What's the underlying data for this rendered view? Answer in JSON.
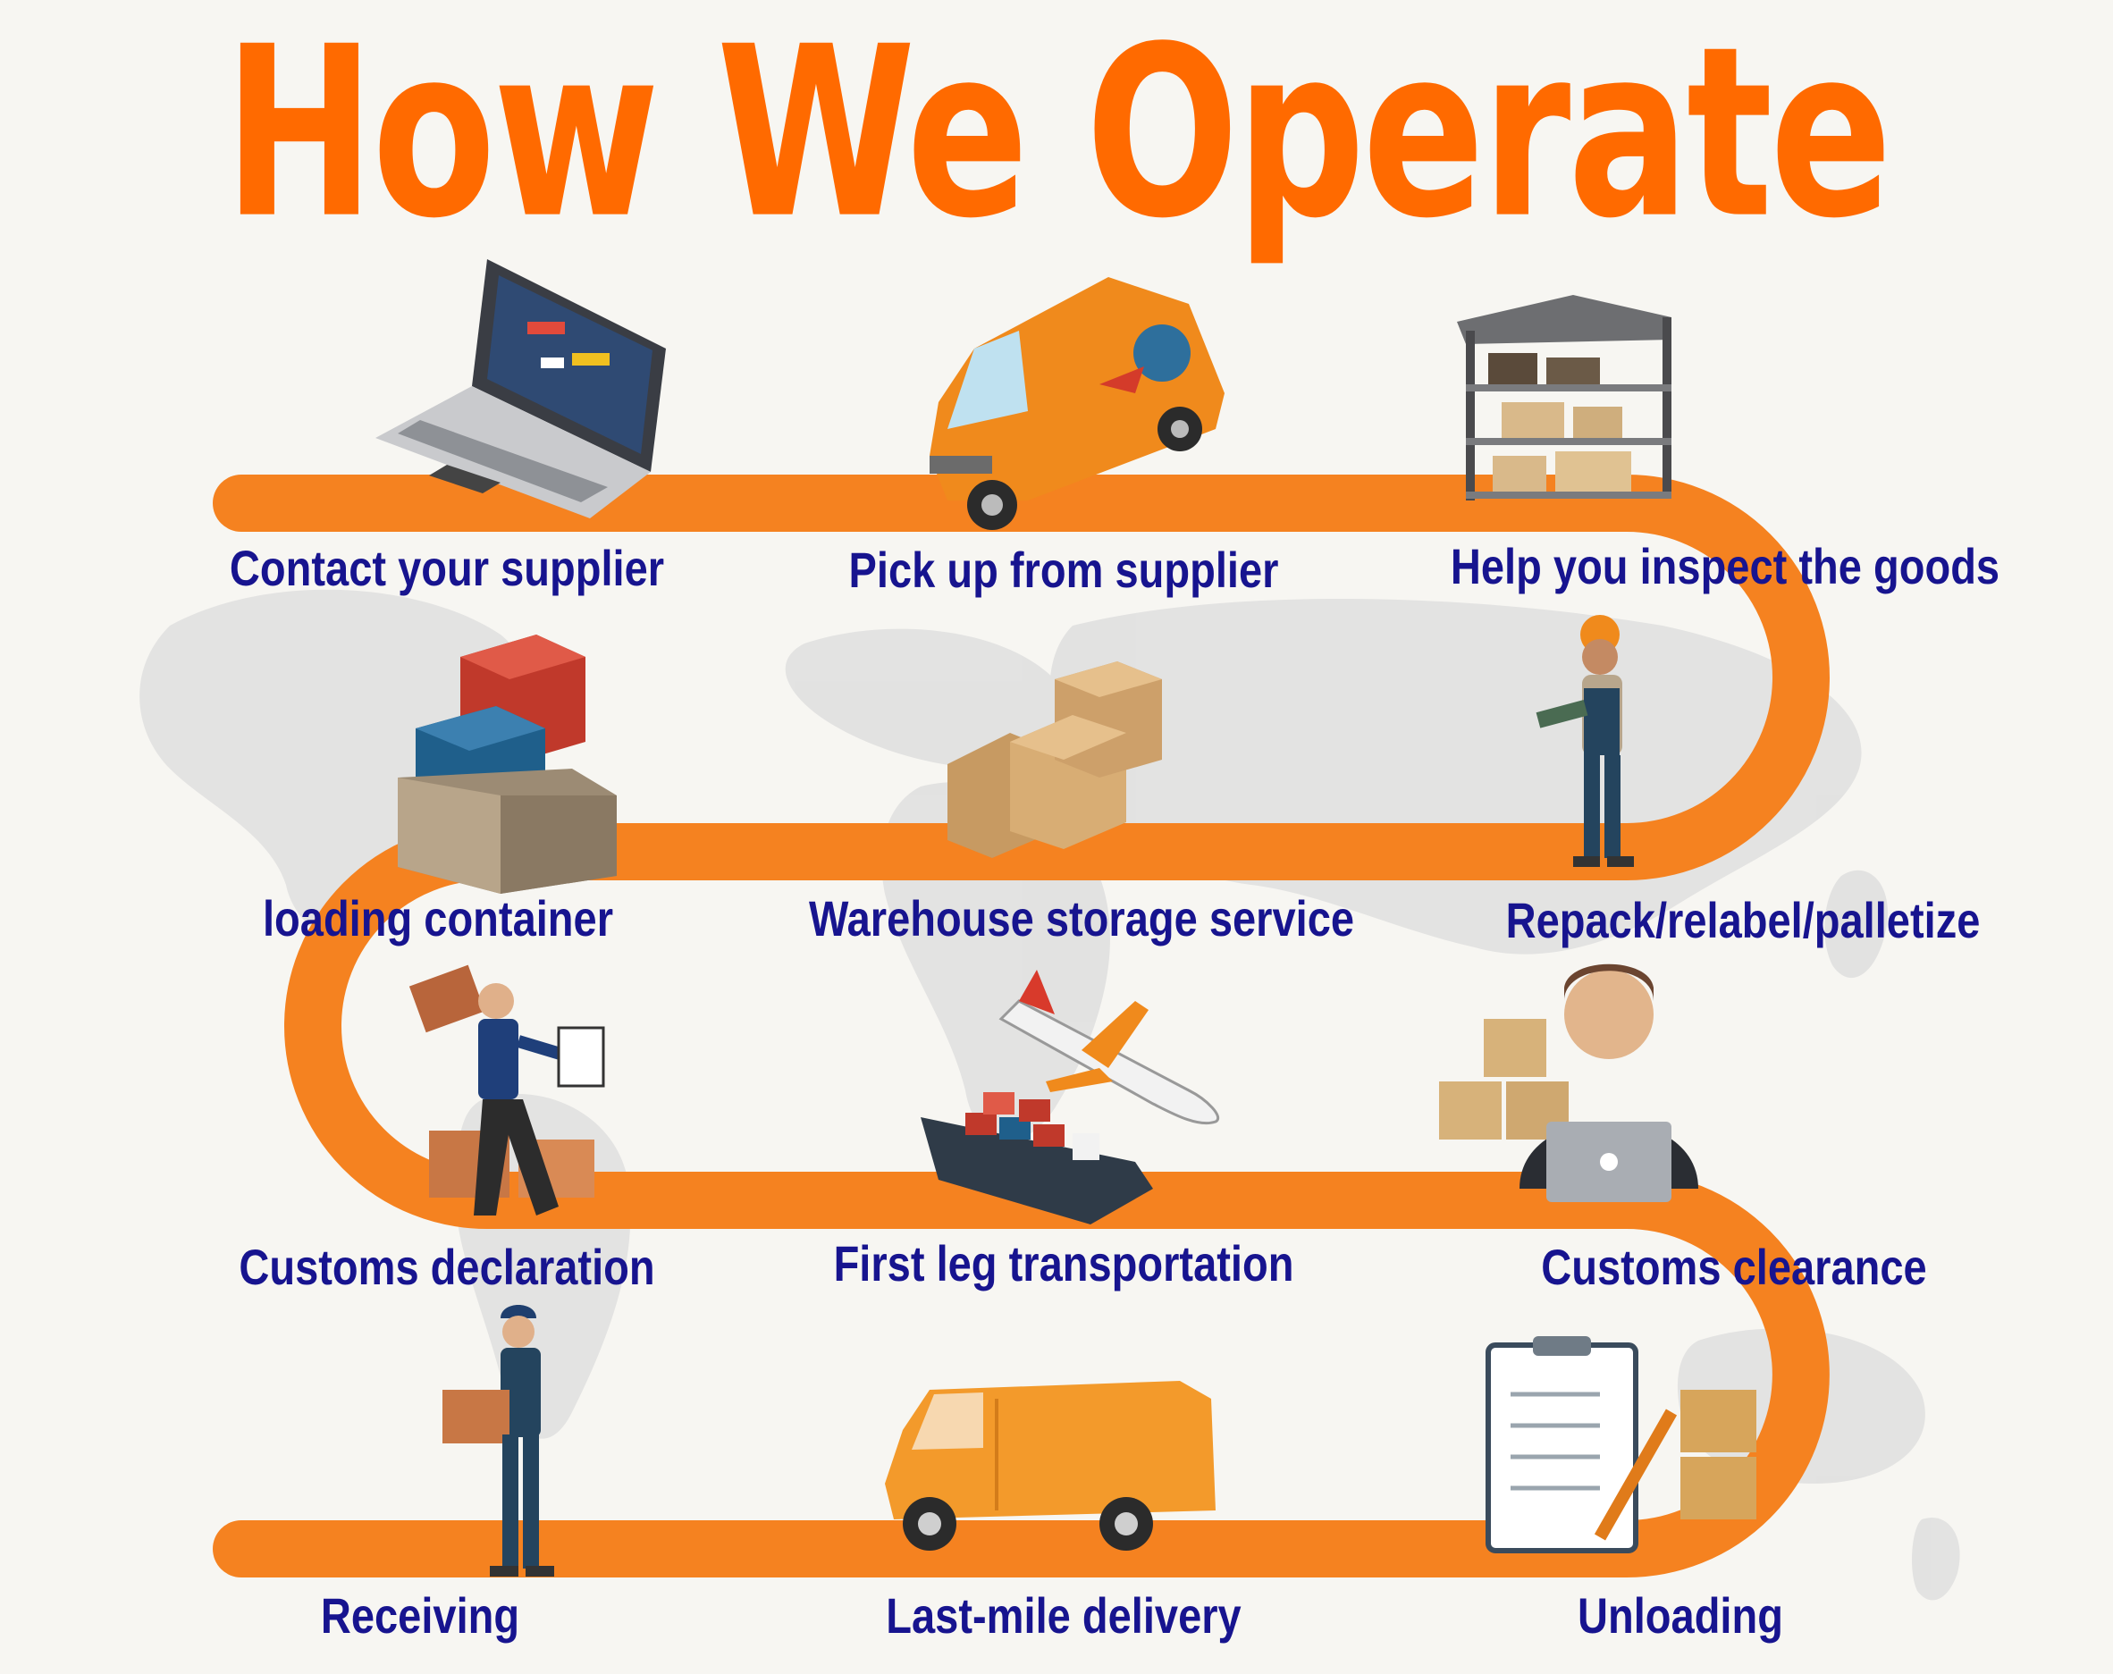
{
  "title": "How We Operate",
  "colors": {
    "title": "#ff6a00",
    "path": "#f58220",
    "label": "#17148f",
    "background": "#f7f6f2",
    "map": "#dcdcdc"
  },
  "steps": [
    {
      "label": "Contact your supplier",
      "icon": "laptop-icon"
    },
    {
      "label": "Pick up from supplier",
      "icon": "delivery-van-icon"
    },
    {
      "label": "Help you inspect the goods",
      "icon": "storage-shelf-icon"
    },
    {
      "label": "loading container",
      "icon": "shipping-containers-icon"
    },
    {
      "label": "Warehouse storage service",
      "icon": "wooden-crates-icon"
    },
    {
      "label": "Repack/relabel/palletize",
      "icon": "inspector-worker-icon"
    },
    {
      "label": "Customs declaration",
      "icon": "courier-with-document-icon"
    },
    {
      "label": "First leg transportation",
      "icon": "plane-and-ship-icon"
    },
    {
      "label": "Customs clearance",
      "icon": "support-agent-icon"
    },
    {
      "label": "Receiving",
      "icon": "worker-carrying-box-icon"
    },
    {
      "label": "Last-mile delivery",
      "icon": "minivan-icon"
    },
    {
      "label": "Unloading",
      "icon": "clipboard-checklist-icon"
    }
  ]
}
